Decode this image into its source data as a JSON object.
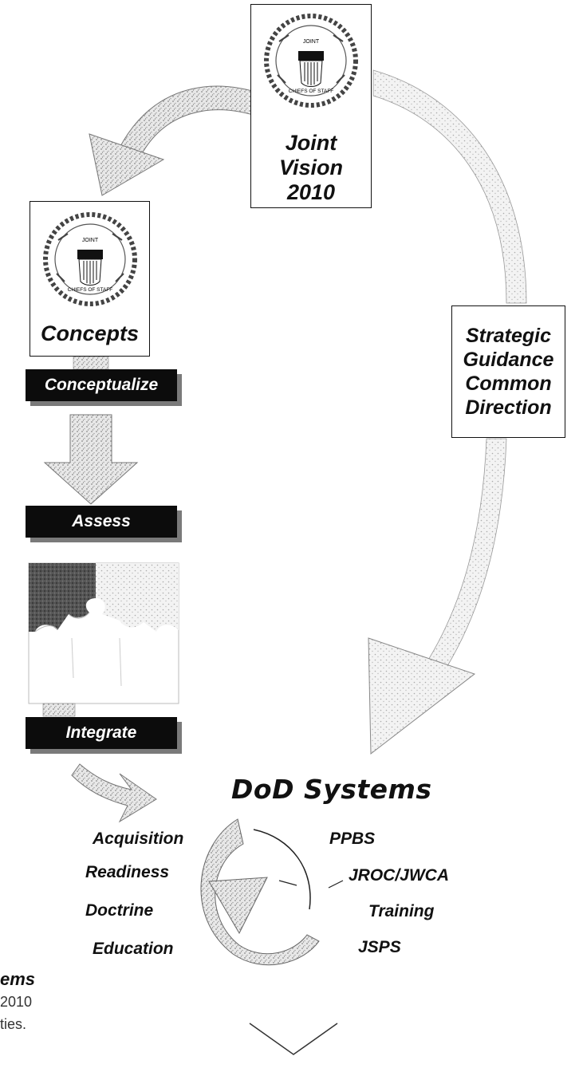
{
  "top_box": {
    "lines": [
      "Joint",
      "Vision",
      "2010"
    ]
  },
  "concepts_box": {
    "label": "Concepts"
  },
  "seal": {
    "top_text": "JOINT",
    "bottom_text": "CHIEFS OF STAFF"
  },
  "guidance_box": {
    "lines": [
      "Strategic",
      "Guidance",
      "Common",
      "Direction"
    ]
  },
  "stages": [
    {
      "label": "Conceptualize"
    },
    {
      "label": "Assess"
    },
    {
      "label": "Integrate"
    }
  ],
  "dod": {
    "title": "DoD Systems",
    "left_items": [
      "Acquisition",
      "Readiness",
      "Doctrine",
      "Education"
    ],
    "right_items": [
      "PPBS",
      "JROC/JWCA",
      "Training",
      "JSPS"
    ]
  },
  "caption": {
    "heading": "ems",
    "lines": [
      "2010",
      "ties."
    ]
  },
  "colors": {
    "stage_fill": "#0c0c0c",
    "arrow_stipple": "#9a9a9a",
    "puzzle_dark": "#4a4a4a"
  }
}
